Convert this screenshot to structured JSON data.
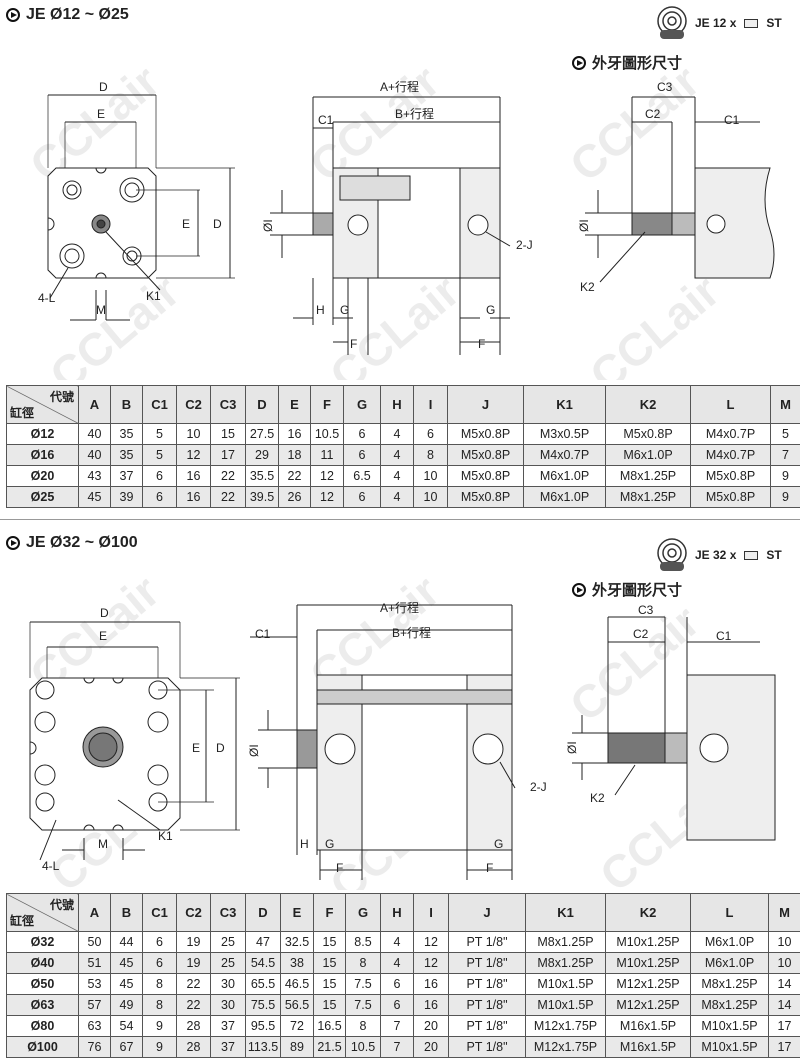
{
  "watermark": "CCLair",
  "columns": [
    "A",
    "B",
    "C1",
    "C2",
    "C3",
    "D",
    "E",
    "F",
    "G",
    "H",
    "I",
    "J",
    "K1",
    "K2",
    "L",
    "M"
  ],
  "corner": {
    "top": "代號",
    "bottom": "缸徑"
  },
  "section1": {
    "title": "JE Ø12 ~ Ø25",
    "badge": {
      "icon": "cylinder-logo-icon",
      "prefix": "JE 12 x",
      "suffix": "ST"
    },
    "subtitle": "外牙圖形尺寸",
    "labels": {
      "D": "D",
      "E": "E",
      "Ev": "E",
      "Dv": "D",
      "L4": "4-L",
      "M": "M",
      "K1": "K1",
      "A": "A+行程",
      "B": "B+行程",
      "C1": "C1",
      "I": "ØI",
      "J2": "2-J",
      "H": "H",
      "G1": "G",
      "F1": "F",
      "G2": "G",
      "F2": "F",
      "C3": "C3",
      "C2": "C2",
      "C1r": "C1",
      "Ir": "ØI",
      "K2": "K2"
    },
    "rows": [
      [
        "Ø12",
        "40",
        "35",
        "5",
        "10",
        "15",
        "27.5",
        "16",
        "10.5",
        "6",
        "4",
        "6",
        "M5x0.8P",
        "M3x0.5P",
        "M5x0.8P",
        "M4x0.7P",
        "5"
      ],
      [
        "Ø16",
        "40",
        "35",
        "5",
        "12",
        "17",
        "29",
        "18",
        "11",
        "6",
        "4",
        "8",
        "M5x0.8P",
        "M4x0.7P",
        "M6x1.0P",
        "M4x0.7P",
        "7"
      ],
      [
        "Ø20",
        "43",
        "37",
        "6",
        "16",
        "22",
        "35.5",
        "22",
        "12",
        "6.5",
        "4",
        "10",
        "M5x0.8P",
        "M6x1.0P",
        "M8x1.25P",
        "M5x0.8P",
        "9"
      ],
      [
        "Ø25",
        "45",
        "39",
        "6",
        "16",
        "22",
        "39.5",
        "26",
        "12",
        "6",
        "4",
        "10",
        "M5x0.8P",
        "M6x1.0P",
        "M8x1.25P",
        "M5x0.8P",
        "9"
      ]
    ]
  },
  "section2": {
    "title": "JE Ø32 ~ Ø100",
    "badge": {
      "icon": "cylinder-logo-icon",
      "prefix": "JE 32 x",
      "suffix": "ST"
    },
    "subtitle": "外牙圖形尺寸",
    "labels": {
      "D": "D",
      "E": "E",
      "Ev": "E",
      "Dv": "D",
      "L4": "4-L",
      "M": "M",
      "K1": "K1",
      "A": "A+行程",
      "B": "B+行程",
      "C1": "C1",
      "I": "ØI",
      "J2": "2-J",
      "H": "H",
      "G1": "G",
      "F1": "F",
      "G2": "G",
      "F2": "F",
      "C3": "C3",
      "C2": "C2",
      "C1r": "C1",
      "Ir": "ØI",
      "K2": "K2"
    },
    "rows": [
      [
        "Ø32",
        "50",
        "44",
        "6",
        "19",
        "25",
        "47",
        "32.5",
        "15",
        "8.5",
        "4",
        "12",
        "PT 1/8\"",
        "M8x1.25P",
        "M10x1.25P",
        "M6x1.0P",
        "10"
      ],
      [
        "Ø40",
        "51",
        "45",
        "6",
        "19",
        "25",
        "54.5",
        "38",
        "15",
        "8",
        "4",
        "12",
        "PT 1/8\"",
        "M8x1.25P",
        "M10x1.25P",
        "M6x1.0P",
        "10"
      ],
      [
        "Ø50",
        "53",
        "45",
        "8",
        "22",
        "30",
        "65.5",
        "46.5",
        "15",
        "7.5",
        "6",
        "16",
        "PT 1/8\"",
        "M10x1.5P",
        "M12x1.25P",
        "M8x1.25P",
        "14"
      ],
      [
        "Ø63",
        "57",
        "49",
        "8",
        "22",
        "30",
        "75.5",
        "56.5",
        "15",
        "7.5",
        "6",
        "16",
        "PT 1/8\"",
        "M10x1.5P",
        "M12x1.25P",
        "M8x1.25P",
        "14"
      ],
      [
        "Ø80",
        "63",
        "54",
        "9",
        "28",
        "37",
        "95.5",
        "72",
        "16.5",
        "8",
        "7",
        "20",
        "PT 1/8\"",
        "M12x1.75P",
        "M16x1.5P",
        "M10x1.5P",
        "17"
      ],
      [
        "Ø100",
        "76",
        "67",
        "9",
        "28",
        "37",
        "113.5",
        "89",
        "21.5",
        "10.5",
        "7",
        "20",
        "PT 1/8\"",
        "M12x1.75P",
        "M16x1.5P",
        "M10x1.5P",
        "17"
      ]
    ]
  }
}
